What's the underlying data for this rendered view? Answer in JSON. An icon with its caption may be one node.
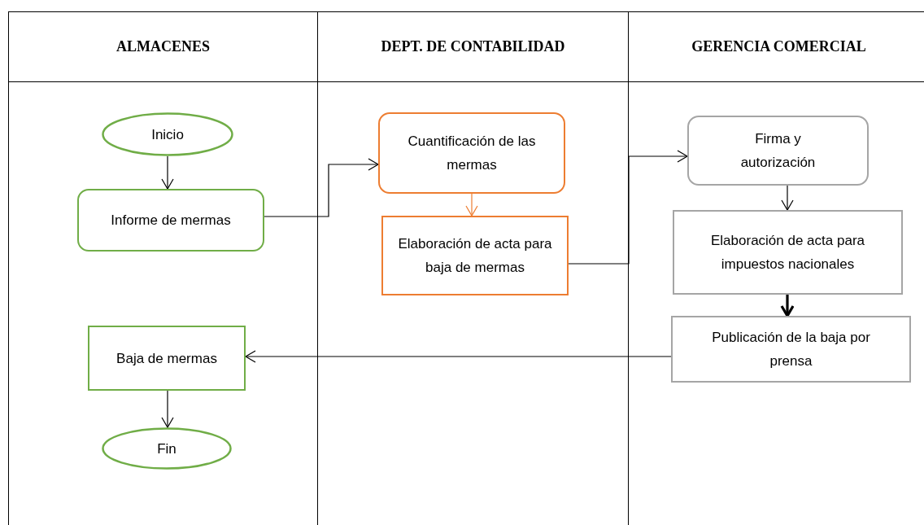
{
  "diagram": {
    "nodes": [
      {
        "text": [
          "ALMACENES"
        ]
      },
      {
        "text": [
          "Inicio"
        ],
        "in": 0
      },
      {
        "text": [
          "Informe de mermas"
        ],
        "in": 0
      },
      {
        "text": [
          "Baja de mermas"
        ],
        "in": 0
      },
      {
        "text": [
          "Fin"
        ],
        "in": 0
      },
      {
        "text": [
          "DEPT. DE CONTABILIDAD"
        ]
      },
      {
        "text": [
          "Cuantificación de las mermas"
        ],
        "in": 5
      },
      {
        "text": [
          "Elaboración de acta para baja de mermas"
        ],
        "in": 5
      },
      {
        "text": [
          "GERENCIA COMERCIAL"
        ]
      },
      {
        "text": [
          "Firma y autorización"
        ],
        "in": 8
      },
      {
        "text": [
          "Elaboración de acta para impuestos nacionales"
        ],
        "in": 8
      },
      {
        "text": [
          "Publicación de la baja por prensa"
        ],
        "in": 8
      }
    ],
    "edges": [
      {
        "from": 1,
        "to": 2,
        "arrow": "to"
      },
      {
        "from": 2,
        "to": 6,
        "arrow": "to"
      },
      {
        "from": 6,
        "to": 7,
        "arrow": "to",
        "color": "#ed7d31"
      },
      {
        "from": 7,
        "to": 9,
        "arrow": "to"
      },
      {
        "from": 9,
        "to": 10,
        "arrow": "to"
      },
      {
        "from": 10,
        "to": 11,
        "arrow": "to",
        "style": "thick"
      },
      {
        "from": 11,
        "to": 3,
        "arrow": "to"
      },
      {
        "from": 3,
        "to": 4,
        "arrow": "to"
      }
    ]
  }
}
